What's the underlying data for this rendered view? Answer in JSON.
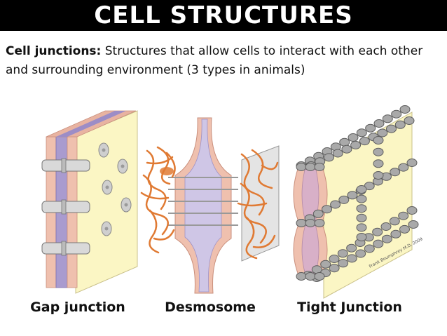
{
  "title": "CELL STRUCTURES",
  "intro": {
    "term": "Cell junctions:",
    "definition": "Structures that allow cells to interact with each other and surrounding environment (3 types in animals)"
  },
  "captions": {
    "gap": "Gap junction",
    "desmosome": "Desmosome",
    "tight": "Tight Junction"
  },
  "signature": "Frank Boumphrey M.D. 2009",
  "colors": {
    "membrane_pink": "#efc0ae",
    "membrane_purple": "#a99bcf",
    "cytoplasm_yellow": "#fbf6c4",
    "protein_gray": "#a9a9a9",
    "filament_orange": "#e07a33",
    "background_title": "#000000"
  }
}
